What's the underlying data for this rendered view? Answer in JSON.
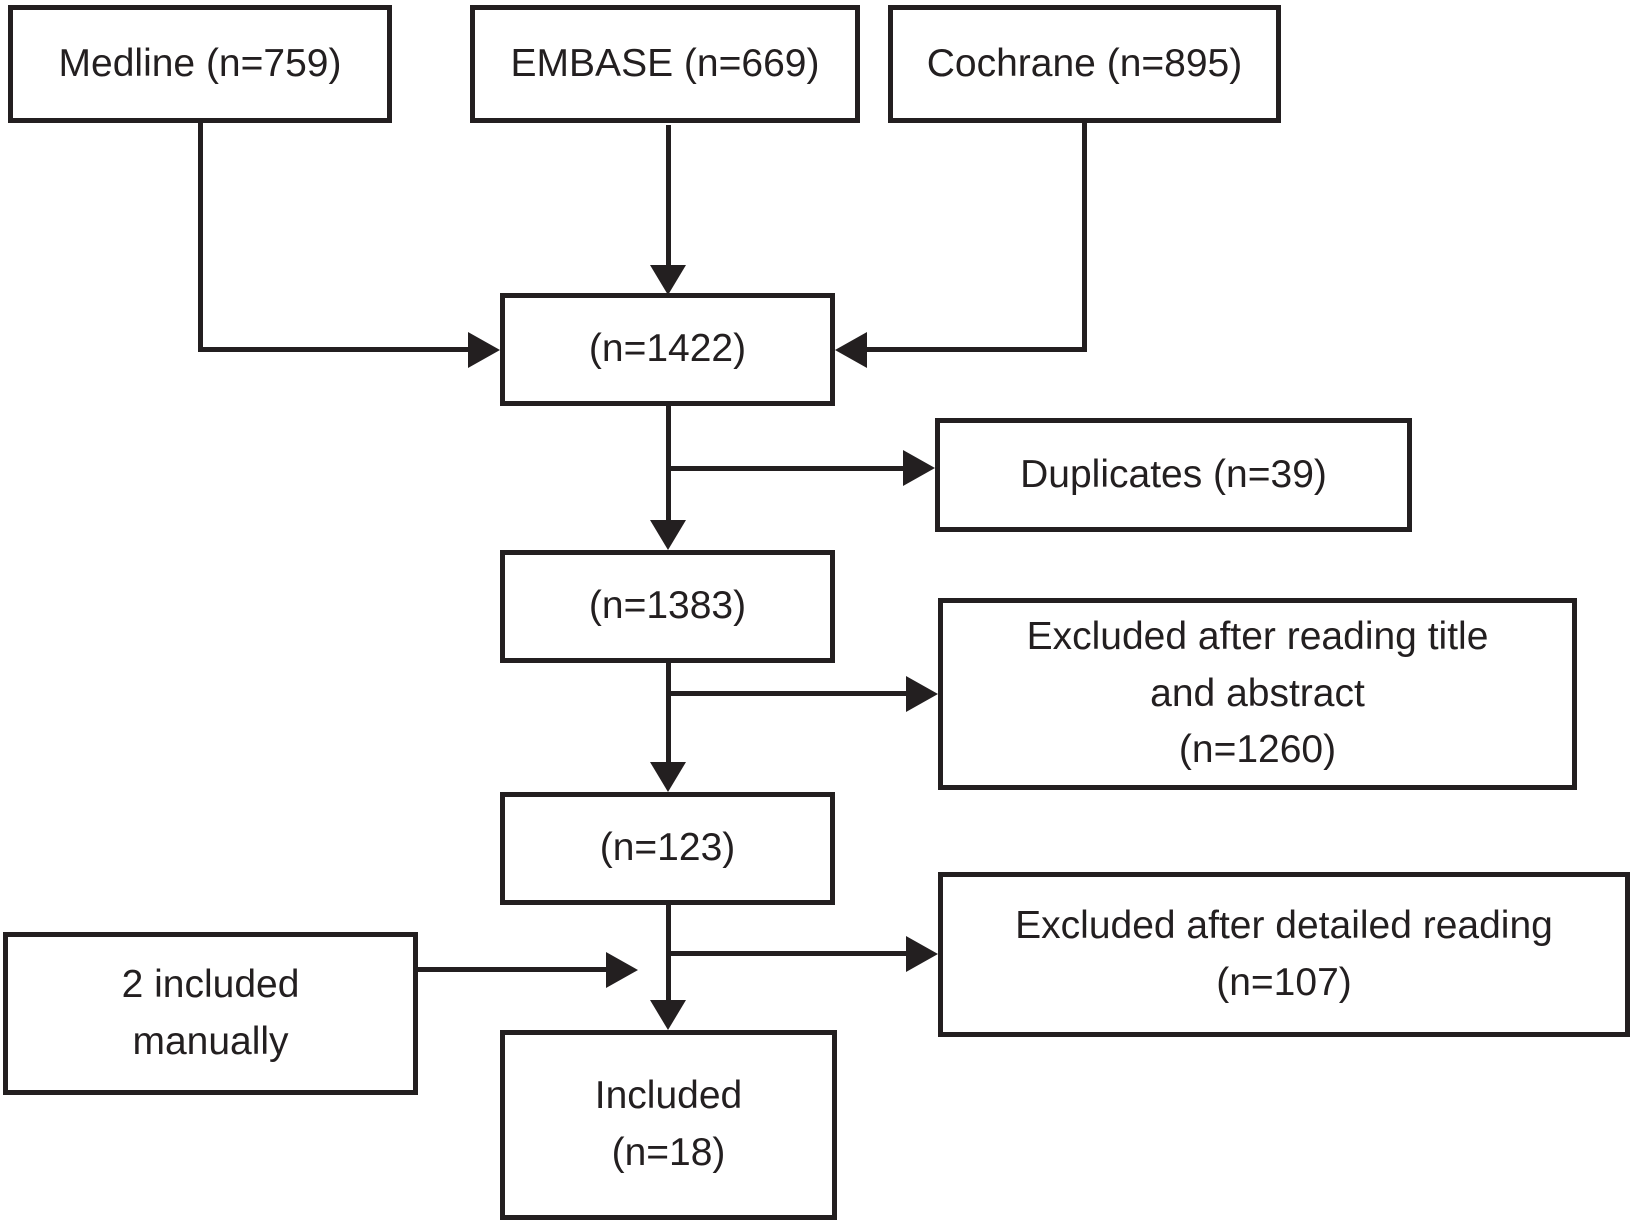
{
  "colors": {
    "ink": "#231f20",
    "background": "#ffffff"
  },
  "diagram": {
    "type": "flowchart",
    "medline": {
      "label": "Medline (n=759)"
    },
    "embase": {
      "label": "EMBASE (n=669)"
    },
    "cochrane": {
      "label": "Cochrane (n=895)"
    },
    "pooled": {
      "label": "(n=1422)"
    },
    "duplicates": {
      "label": "Duplicates (n=39)"
    },
    "after_duplicates": {
      "label": "(n=1383)"
    },
    "excluded_title_abstract": {
      "lines": [
        "Excluded after reading title",
        "and abstract",
        "(n=1260)"
      ]
    },
    "after_title_abstract": {
      "label": "(n=123)"
    },
    "excluded_detailed": {
      "lines": [
        "Excluded after detailed reading",
        "(n=107)"
      ]
    },
    "included_manually": {
      "lines": [
        "2 included",
        "manually"
      ]
    },
    "included": {
      "lines": [
        "Included",
        "(n=18)"
      ]
    }
  }
}
